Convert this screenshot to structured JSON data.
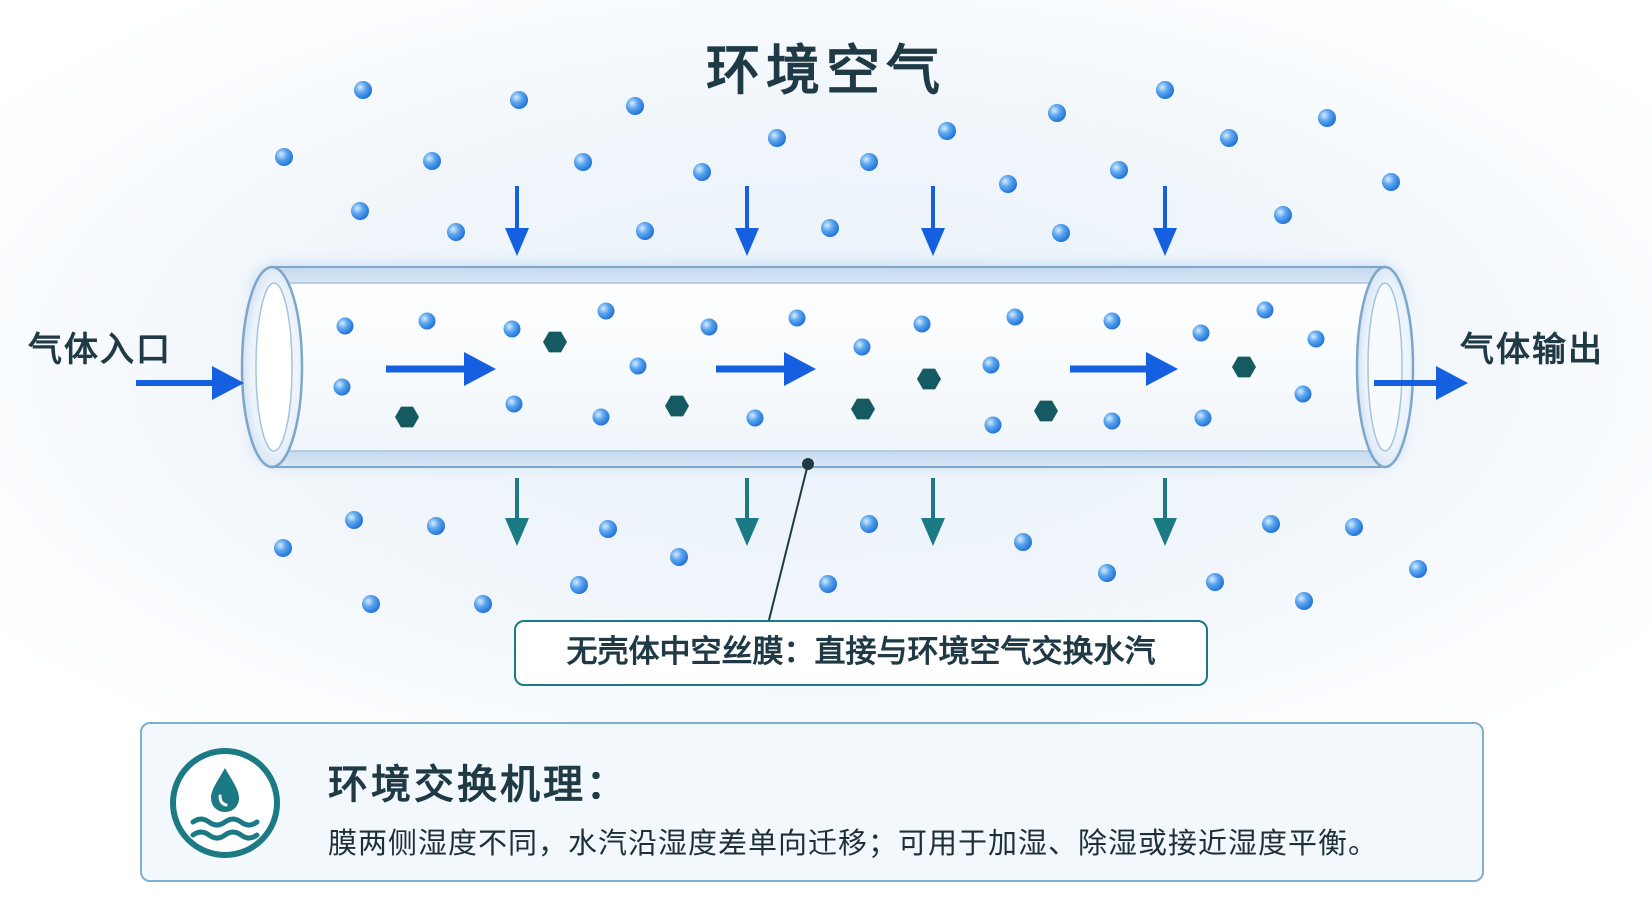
{
  "title": "环境空气",
  "inlet_label": "气体入口",
  "outlet_label": "气体输出",
  "membrane_callout": "无壳体中空丝膜：直接与环境空气交换水汽",
  "info": {
    "title": "环境交换机理：",
    "description": "膜两侧湿度不同，水汽沿湿度差单向迁移；可用于加湿、除湿或接近湿度平衡。",
    "icon": "water-drop-waves-icon"
  },
  "colors": {
    "title_text": "#1f3a45",
    "blue_arrow": "#1560e0",
    "teal_arrow": "#1b7a83",
    "water_molecule": "#3a8ee6",
    "gas_molecule": "#155a60",
    "membrane_wall": "#c8dcf1",
    "callout_border": "#1b7a83",
    "panel_border": "#7faed0"
  }
}
